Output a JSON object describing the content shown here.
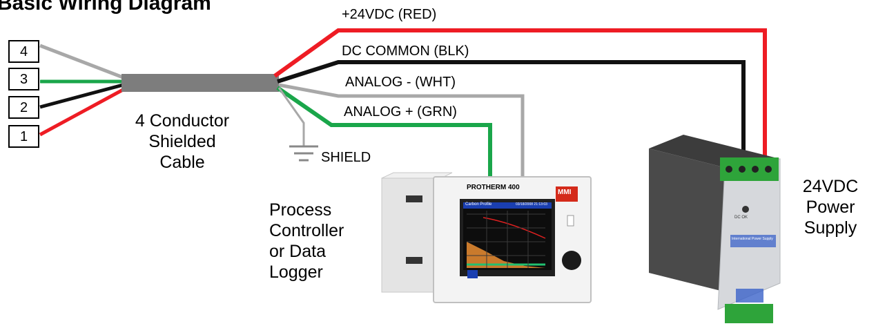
{
  "title": "Basic Wiring Diagram",
  "terminals": [
    "4",
    "3",
    "2",
    "1"
  ],
  "cable_label": [
    "4 Conductor",
    "Shielded",
    "Cable"
  ],
  "wire_labels": {
    "red": "+24VDC (RED)",
    "black": "DC COMMON (BLK)",
    "white": "ANALOG - (WHT)",
    "green": "ANALOG + (GRN)",
    "shield": "SHIELD"
  },
  "controller": {
    "label": [
      "Process",
      "Controller",
      "or Data",
      "Logger"
    ],
    "model": "PROTHERM 400",
    "brand": "MMI",
    "screen_title": "Carbon Profile",
    "screen_time": "03/18/2008  21:13:03"
  },
  "power_supply": {
    "label": [
      "24VDC",
      "Power",
      "Supply"
    ],
    "output": "DC OK",
    "maker": "International Power Supply"
  },
  "colors": {
    "red": "#ee1c24",
    "black": "#111111",
    "white": "#a8a8a8",
    "green": "#1aa64a",
    "cable": "#7d7d7d"
  }
}
